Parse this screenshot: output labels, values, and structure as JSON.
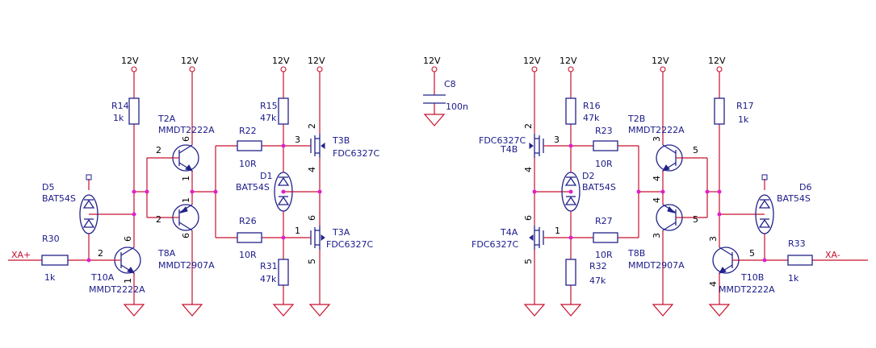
{
  "rail_label": "12V",
  "nets": {
    "in": "XA+",
    "out": "XA-"
  },
  "components": {
    "R14": {
      "ref": "R14",
      "val": "1k"
    },
    "R15": {
      "ref": "R15",
      "val": "47k"
    },
    "R16": {
      "ref": "R16",
      "val": "47k"
    },
    "R17": {
      "ref": "R17",
      "val": "1k"
    },
    "R22": {
      "ref": "R22",
      "val": "10R"
    },
    "R23": {
      "ref": "R23",
      "val": "10R"
    },
    "R26": {
      "ref": "R26",
      "val": "10R"
    },
    "R27": {
      "ref": "R27",
      "val": "10R"
    },
    "R30": {
      "ref": "R30",
      "val": "1k"
    },
    "R31": {
      "ref": "R31",
      "val": "47k"
    },
    "R32": {
      "ref": "R32",
      "val": "47k"
    },
    "R33": {
      "ref": "R33",
      "val": "1k"
    },
    "C8": {
      "ref": "C8",
      "val": "100n"
    },
    "T2A": {
      "ref": "T2A",
      "val": "MMDT2222A"
    },
    "T2B": {
      "ref": "T2B",
      "val": "MMDT2222A"
    },
    "T8A": {
      "ref": "T8A",
      "val": "MMDT2907A"
    },
    "T8B": {
      "ref": "T8B",
      "val": "MMDT2907A"
    },
    "T10A": {
      "ref": "T10A",
      "val": "MMDT2222A"
    },
    "T10B": {
      "ref": "T10B",
      "val": "MMDT2222A"
    },
    "T3A": {
      "ref": "T3A",
      "val": "FDC6327C"
    },
    "T3B": {
      "ref": "T3B",
      "val": "FDC6327C"
    },
    "T4A": {
      "ref": "T4A",
      "val": "FDC6327C"
    },
    "T4B": {
      "ref": "T4B",
      "val": "FDC6327C"
    },
    "D1": {
      "ref": "D1",
      "val": "BAT54S"
    },
    "D2": {
      "ref": "D2",
      "val": "BAT54S"
    },
    "D5": {
      "ref": "D5",
      "val": "BAT54S"
    },
    "D6": {
      "ref": "D6",
      "val": "BAT54S"
    }
  },
  "pins": {
    "t2a_b": "2",
    "t2a_c": "6",
    "t2a_e": "1",
    "t8a_b": "2",
    "t8a_e": "1",
    "t8a_c": "6",
    "t10a_b": "2",
    "t10a_c": "6",
    "t10a_e": "1",
    "t3b_g": "3",
    "t3b_d": "2",
    "t3b_s": "4",
    "t3a_g": "1",
    "t3a_s": "6",
    "t3a_d": "5",
    "t4b_g": "3",
    "t4b_d": "2",
    "t4b_s": "4",
    "t4a_g": "1",
    "t4a_s": "6",
    "t4a_d": "5",
    "t2b_b": "5",
    "t2b_c": "3",
    "t2b_e": "4",
    "t8b_b": "5",
    "t8b_e": "4",
    "t8b_c": "3",
    "t10b_b": "5",
    "t10b_c": "3",
    "t10b_e": "4"
  }
}
